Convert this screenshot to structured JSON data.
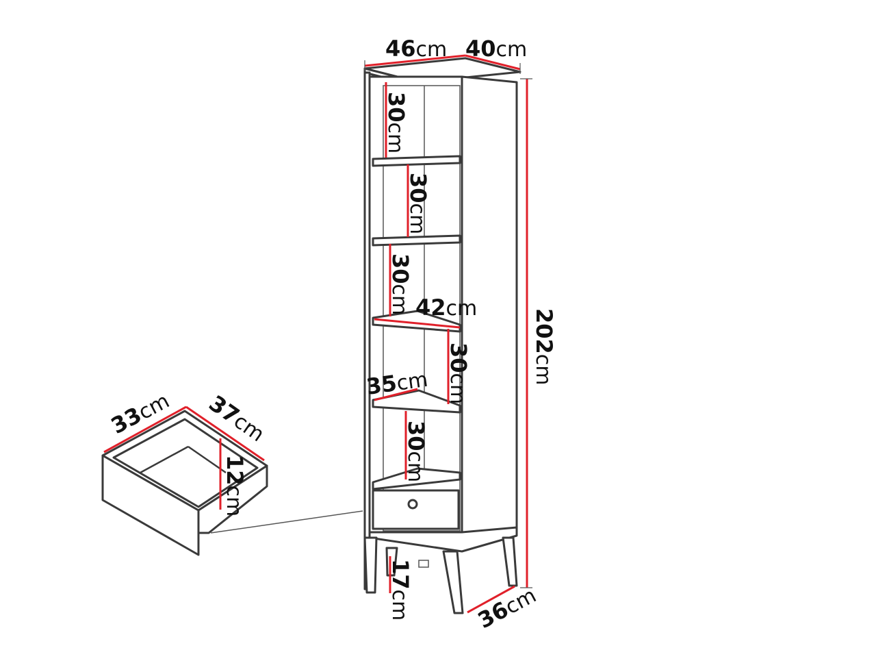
{
  "colors": {
    "dimension_line": "#e0202a",
    "outline": "#3a3a3a",
    "background": "#ffffff",
    "text": "#111111"
  },
  "unit": "cm",
  "dimensions": {
    "width": "46",
    "depth": "40",
    "height": "202",
    "shelf_gap_1": "30",
    "shelf_gap_2": "30",
    "shelf_gap_3": "30",
    "shelf_gap_4": "30",
    "shelf_gap_5": "30",
    "inner_width": "42",
    "shelf_depth": "35",
    "leg_height": "17",
    "base_depth": "36",
    "drawer_width": "37",
    "drawer_depth": "33",
    "drawer_height": "12"
  }
}
